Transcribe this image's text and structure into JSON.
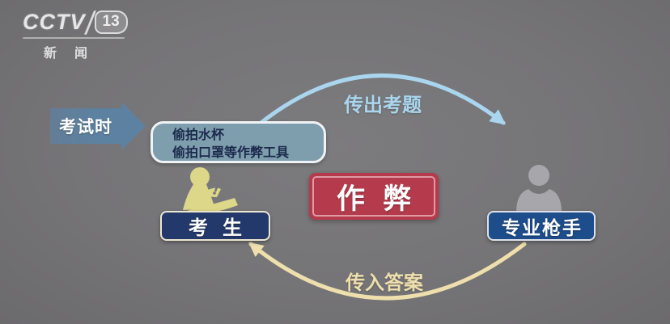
{
  "channel": {
    "logo_main": "CCTV",
    "logo_number": "13",
    "logo_sub": "新闻"
  },
  "diagram": {
    "stage_label": "考试时",
    "tools_note_line1": "偷拍水杯",
    "tools_note_line2": "偷拍口罩等作弊工具",
    "top_flow_label": "传出考题",
    "bottom_flow_label": "传入答案",
    "center_label": "作弊",
    "examinee_label": "考生",
    "ghostwriter_label": "专业枪手"
  },
  "colors": {
    "background": "#757477",
    "stage_arrow": "#5d81a0",
    "top_arc": "#a9d6ee",
    "bottom_arc": "#eedfac",
    "tools_box_fill": "#7e9dad",
    "tools_box_text": "#1b2a4c",
    "center_box_fill": "#b53b4c",
    "examinee_plate_fill": "#24396b",
    "ghostwriter_plate_fill": "#1e4d8c",
    "examinee_icon": "#ddd78a",
    "ghostwriter_icon": "#a7a7ab"
  }
}
